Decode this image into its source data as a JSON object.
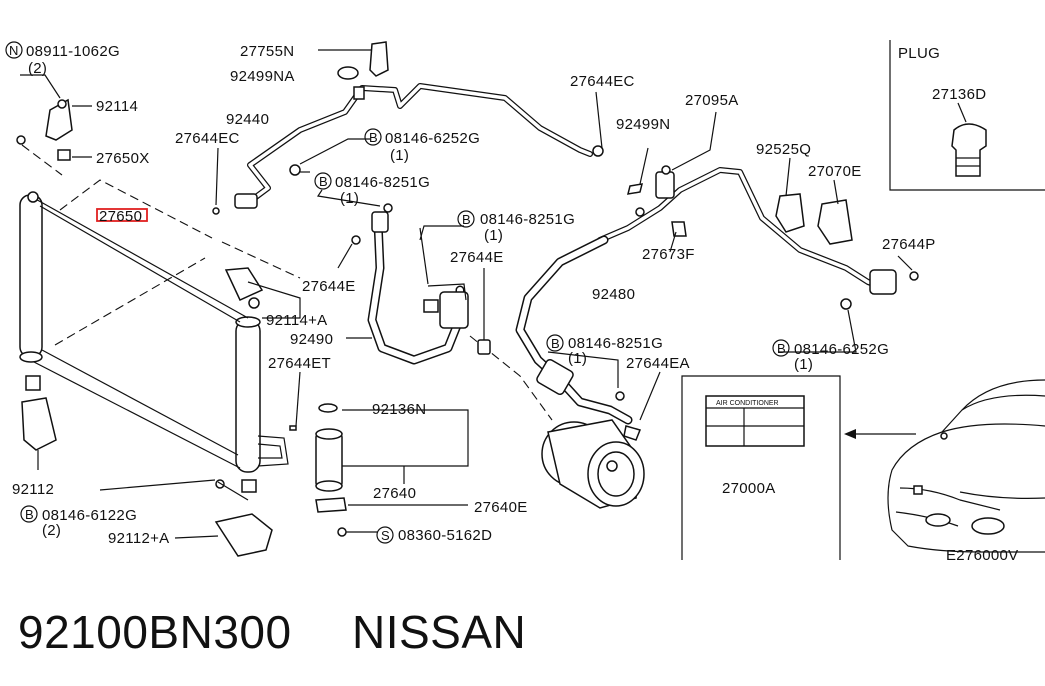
{
  "labels": {
    "n_bolt": "08911-1062G",
    "n_bolt_qty": "(2)",
    "p92114": "92114",
    "p27650x": "27650X",
    "p27650": "27650",
    "p27755n": "27755N",
    "p92499na": "92499NA",
    "p92440": "92440",
    "p27644ec_left": "27644EC",
    "b_bolt1": "08146-6252G",
    "b_bolt1_qty": "(1)",
    "b_bolt2": "08146-8251G",
    "b_bolt2_qty": "(1)",
    "p27644e_left": "27644E",
    "p92114a": "92114+A",
    "p92490": "92490",
    "p27644et": "27644ET",
    "p92136n": "92136N",
    "p27640": "27640",
    "p27640e": "27640E",
    "s_screw": "08360-5162D",
    "p92112": "92112",
    "b_bolt3": "08146-6122G",
    "b_bolt3_qty": "(2)",
    "p92112a": "92112+A",
    "b_bolt4": "08146-8251G",
    "b_bolt4_qty": "(1)",
    "p27644e_mid": "27644E",
    "p27644ec_right": "27644EC",
    "p92499n": "92499N",
    "p27095a": "27095A",
    "p92525q": "92525Q",
    "p27070e": "27070E",
    "p27644p": "27644P",
    "p27673f": "27673F",
    "p92480": "92480",
    "b_bolt5": "08146-8251G",
    "b_bolt5_qty": "(1)",
    "p27644ea": "27644EA",
    "b_bolt6": "08146-6252G",
    "b_bolt6_qty": "(1)",
    "plug_title": "PLUG",
    "p27136d": "27136D",
    "aircon_label": "AIR CONDITIONER",
    "p27000a": "27000A",
    "e_code": "E276000V",
    "sym_n": "N",
    "sym_b": "B",
    "sym_s": "S"
  },
  "caption": {
    "part_number": "92100BN300",
    "brand": "NISSAN"
  },
  "highlight_color": "#e02020"
}
